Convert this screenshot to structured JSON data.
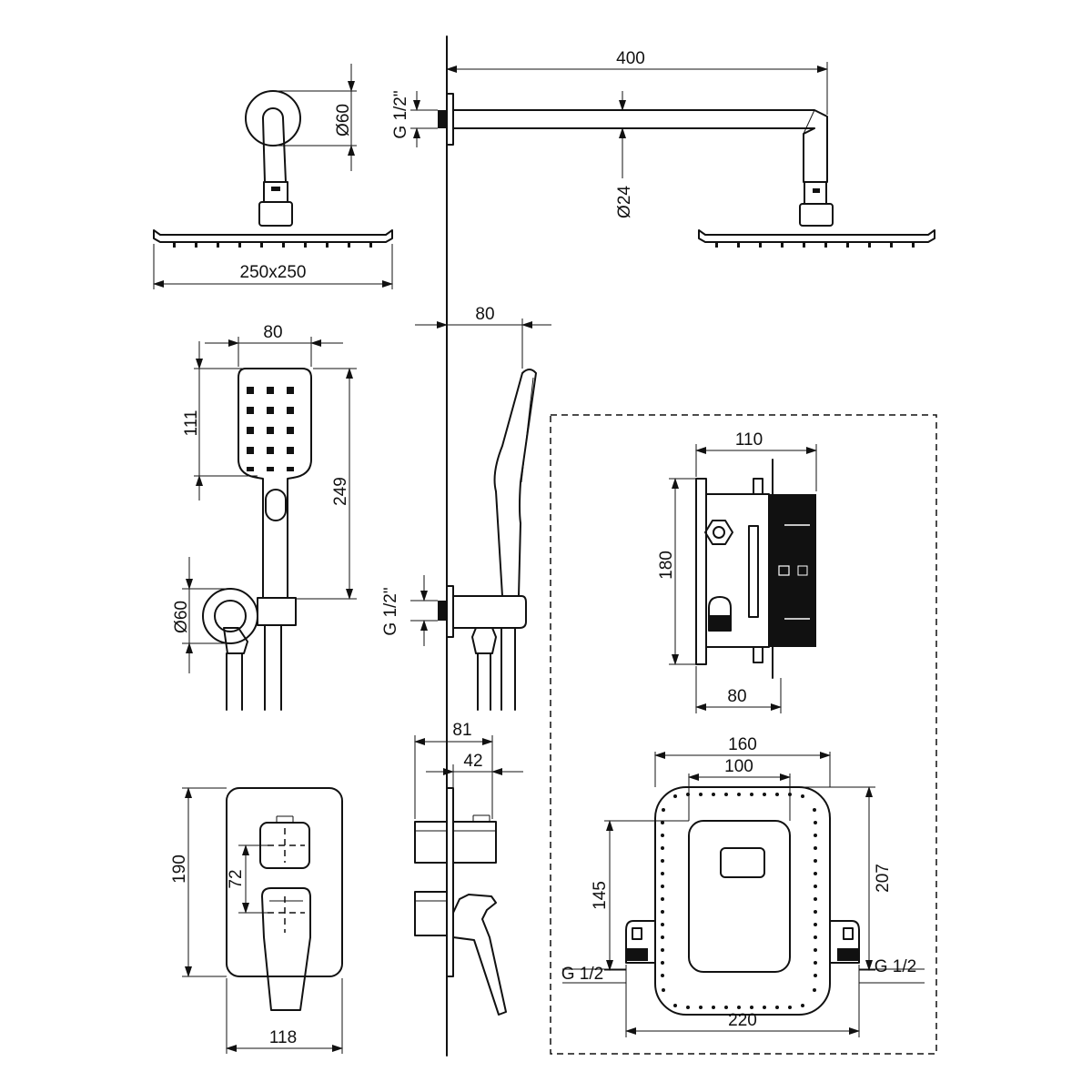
{
  "overhead_shower": {
    "flange_diameter": "Ø60",
    "plate_size": "250x250",
    "arm_length": "400",
    "thread": "G 1/2\"",
    "arm_diameter": "Ø24"
  },
  "hand_shower": {
    "head_width": "80",
    "head_height": "111",
    "total_length": "249",
    "holder_diameter": "Ø60",
    "projection": "80",
    "thread": "G 1/2\""
  },
  "mixer_trim": {
    "plate_height": "190",
    "plate_width": "118",
    "button_to_lever": "72",
    "projection_total": "81",
    "projection_body": "42"
  },
  "concealed_body": {
    "depth": "110",
    "height": "180",
    "depth_min": "80",
    "width_outer": "160",
    "width_inner": "100",
    "height_left": "145",
    "height_right": "207",
    "inlet_left": "G 1/2",
    "inlet_right": "G 1/2",
    "base_width": "220"
  }
}
